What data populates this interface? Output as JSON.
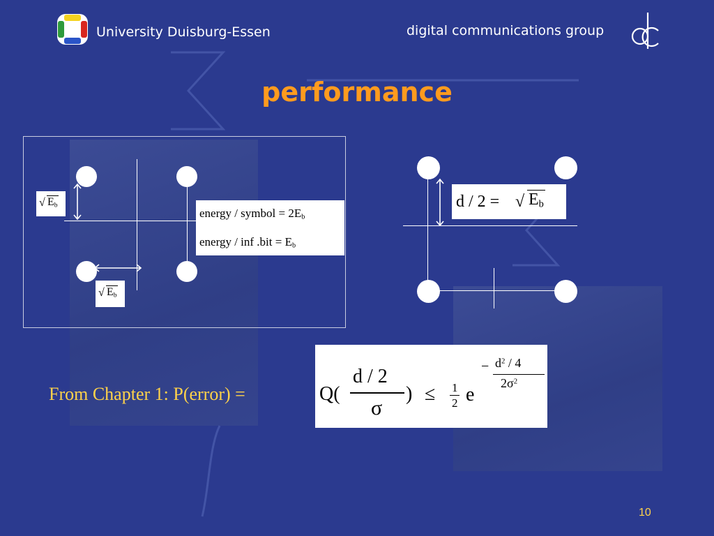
{
  "header": {
    "university": "University Duisburg-Essen",
    "group": "digital communications group"
  },
  "slide": {
    "title": "performance",
    "page_number": "10"
  },
  "left_diagram": {
    "sqrt_label_1": "E",
    "sqrt_sub_1": "b",
    "sqrt_label_2": "E",
    "sqrt_sub_2": "b",
    "energy_symbol": "energy / symbol = 2E",
    "energy_symbol_sub": "b",
    "energy_bit": "energy / inf .bit = E",
    "energy_bit_sub": "b"
  },
  "right_diagram": {
    "dist_prefix": "d / 2 =",
    "dist_var": "E",
    "dist_sub": "b"
  },
  "formula": {
    "lead_text": "From Chapter 1: P(error) =",
    "q_open": "Q(",
    "num": "d / 2",
    "den": "σ",
    "q_close": ")",
    "leq": "≤",
    "half_num": "1",
    "half_den": "2",
    "e": "e",
    "exp_sign": "−",
    "exp_num_d": "d",
    "exp_num_pow": "2",
    "exp_num_rest": "/ 4",
    "exp_den": "2σ",
    "exp_den_pow": "2"
  },
  "colors": {
    "background": "#2b3a8f",
    "title": "#ff9b1e",
    "footer_text": "#ffd24a"
  },
  "icons": [
    "university-logo-icon",
    "dc-group-logo-icon"
  ]
}
